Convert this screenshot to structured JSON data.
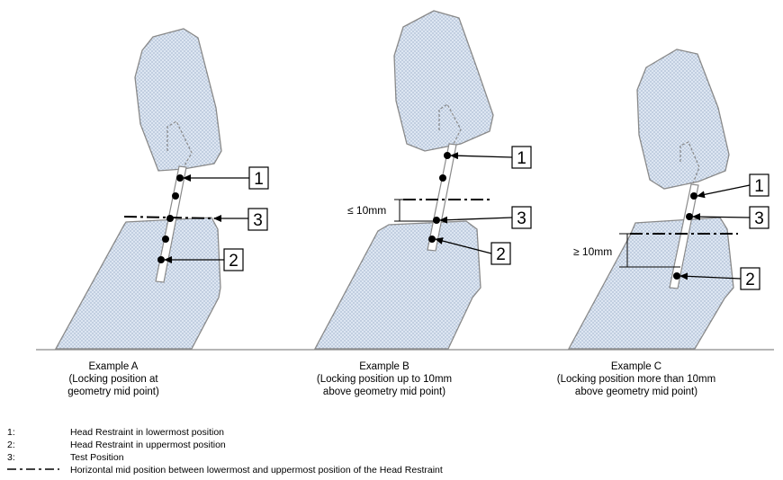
{
  "examples": [
    {
      "title": "Example A",
      "caption_lines": [
        "(Locking position at",
        "geometry mid point)"
      ],
      "callouts": [
        "1",
        "3",
        "2"
      ]
    },
    {
      "title": "Example B",
      "caption_lines": [
        "(Locking position up to 10mm",
        "above geometry mid point)"
      ],
      "dimension": "≤ 10mm",
      "callouts": [
        "1",
        "3",
        "2"
      ]
    },
    {
      "title": "Example C",
      "caption_lines": [
        "(Locking position more than 10mm",
        "above geometry mid point)"
      ],
      "dimension": "≥ 10mm",
      "callouts": [
        "1",
        "3",
        "2"
      ]
    }
  ],
  "legend": [
    {
      "key": "1:",
      "text": "Head Restraint in lowermost position"
    },
    {
      "key": "2:",
      "text": "Head Restraint in uppermost position"
    },
    {
      "key": "3:",
      "text": "Test Position"
    },
    {
      "key": "",
      "text": "Horizontal mid position between lowermost and uppermost position of the Head Restraint"
    }
  ],
  "colors": {
    "fill": "#d9e3f0",
    "stroke": "#8a8a8a",
    "line": "#000000"
  }
}
